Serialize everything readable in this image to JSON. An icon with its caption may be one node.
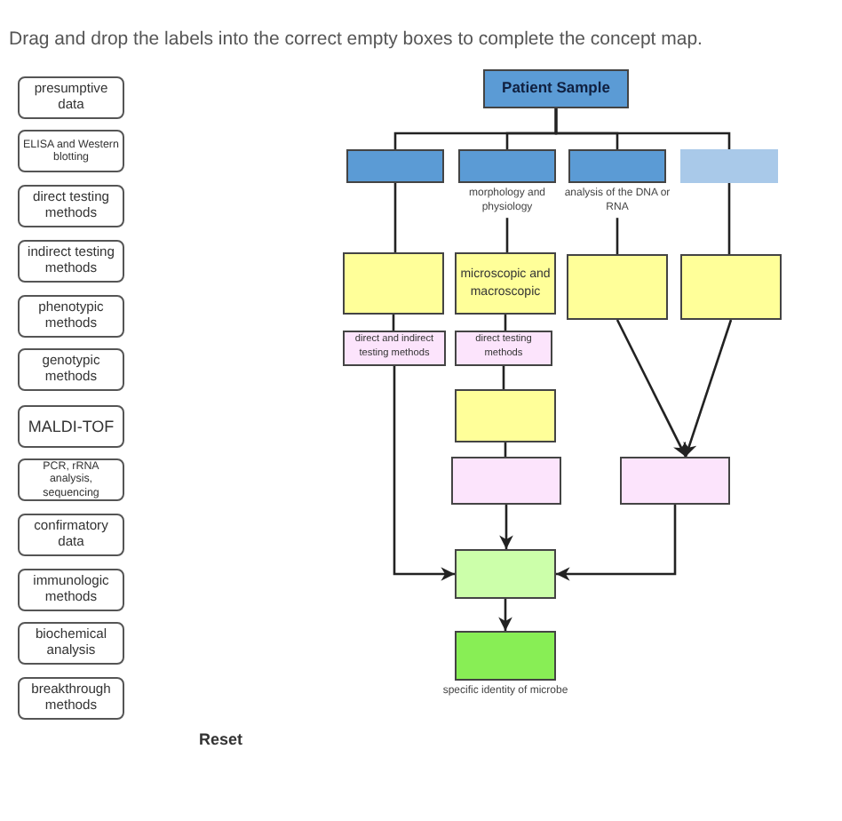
{
  "diagram": {
    "title": "Drag and drop the labels into the correct empty boxes to complete the concept map.",
    "nodes": [
      {
        "text": [
          "presumptive data"
        ]
      },
      {
        "text": [
          "ELISA and Western blotting"
        ]
      },
      {
        "text": [
          "direct testing methods"
        ]
      },
      {
        "text": [
          "indirect testing methods"
        ]
      },
      {
        "text": [
          "phenotypic methods"
        ]
      },
      {
        "text": [
          "genotypic methods"
        ]
      },
      {
        "text": [
          "MALDI-TOF"
        ]
      },
      {
        "text": [
          "PCR, rRNA analysis, sequencing"
        ]
      },
      {
        "text": [
          "confirmatory data"
        ]
      },
      {
        "text": [
          "immunologic methods"
        ]
      },
      {
        "text": [
          "biochemical analysis"
        ]
      },
      {
        "text": [
          "breakthrough methods"
        ]
      },
      {
        "text": [
          "Patient Sample"
        ]
      },
      {
        "text": [],
        "shape": "box"
      },
      {
        "text": [],
        "shape": "box",
        "beside": [
          "morphology and physiology"
        ]
      },
      {
        "text": [],
        "shape": "box",
        "beside": [
          "analysis of the DNA or RNA"
        ]
      },
      {
        "text": [],
        "shape": "box"
      },
      {
        "text": [],
        "shape": "box"
      },
      {
        "text": [
          "microscopic and macroscopic"
        ]
      },
      {
        "text": [],
        "shape": "box"
      },
      {
        "text": [],
        "shape": "box"
      },
      {
        "text": [
          "direct and indirect testing methods"
        ]
      },
      {
        "text": [
          "direct testing methods"
        ]
      },
      {
        "text": [],
        "shape": "box"
      },
      {
        "text": [],
        "shape": "box"
      },
      {
        "text": [],
        "shape": "box"
      },
      {
        "text": [],
        "shape": "box"
      },
      {
        "text": [],
        "shape": "box",
        "beside": [
          "specific identity of microbe"
        ]
      }
    ],
    "edges": [
      {
        "from": 12,
        "to": 13,
        "arrow": "none"
      },
      {
        "from": 12,
        "to": 14,
        "arrow": "none"
      },
      {
        "from": 12,
        "to": 15,
        "arrow": "none"
      },
      {
        "from": 12,
        "to": 16,
        "arrow": "none"
      },
      {
        "from": 13,
        "to": 17,
        "arrow": "none"
      },
      {
        "from": 14,
        "to": 18,
        "arrow": "none"
      },
      {
        "from": 15,
        "to": 19,
        "arrow": "none"
      },
      {
        "from": 16,
        "to": 20,
        "arrow": "none"
      },
      {
        "from": 17,
        "to": 21,
        "arrow": "none"
      },
      {
        "from": 18,
        "to": 22,
        "arrow": "none"
      },
      {
        "from": 21,
        "to": 26,
        "arrow": "to"
      },
      {
        "from": 22,
        "to": 23,
        "arrow": "none"
      },
      {
        "from": 23,
        "to": 24,
        "arrow": "none"
      },
      {
        "from": 24,
        "to": 26,
        "arrow": "to"
      },
      {
        "from": 19,
        "to": 25,
        "arrow": "to"
      },
      {
        "from": 20,
        "to": 25,
        "arrow": "to"
      },
      {
        "from": 25,
        "to": 26,
        "arrow": "to"
      },
      {
        "from": 26,
        "to": 27,
        "arrow": "to"
      }
    ],
    "labels": [
      "Reset"
    ]
  }
}
